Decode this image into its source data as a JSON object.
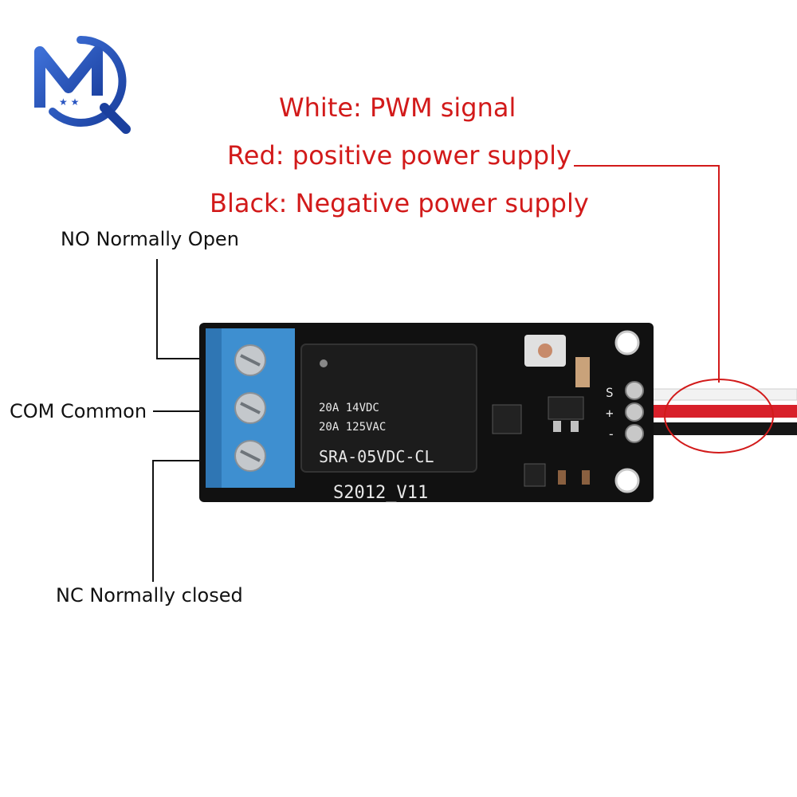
{
  "logo": {
    "name": "brand-logo",
    "letters": "MQ"
  },
  "wire_labels": {
    "white": "White: PWM signal",
    "red": "Red: positive power supply",
    "black": "Black: Negative power supply"
  },
  "pin_labels": {
    "no": "NO Normally Open",
    "com": "COM Common",
    "nc": "NC Normally closed"
  },
  "relay": {
    "rating_dc": "20A 14VDC",
    "rating_ac": "20A 125VAC",
    "model": "SRA-05VDC-CL"
  },
  "board": {
    "version": "S2012_V11"
  },
  "header_marks": {
    "signal": "S",
    "plus": "+",
    "minus": "-"
  },
  "colors": {
    "annotation_red": "#d21a1a",
    "terminal_blue": "#3e8fd0",
    "pcb_black": "#111111"
  }
}
